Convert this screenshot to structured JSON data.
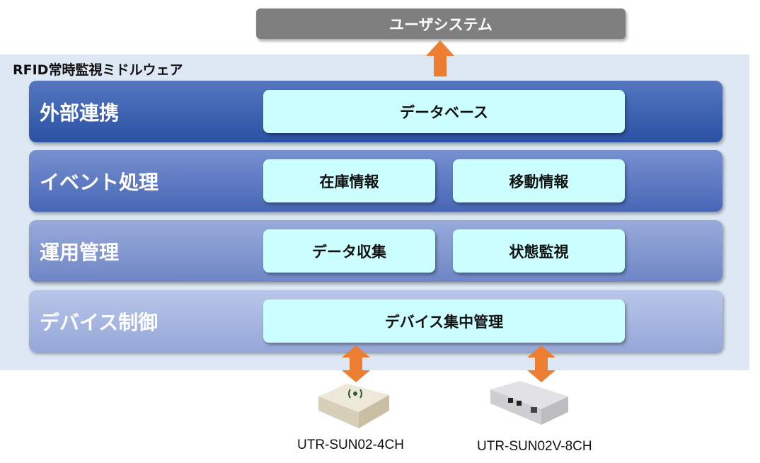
{
  "user_system": "ユーザシステム",
  "middleware_title": "RFID常時監視ミドルウェア",
  "layers": [
    {
      "label": "外部連携",
      "boxes": [
        "データベース"
      ]
    },
    {
      "label": "イベント処理",
      "boxes": [
        "在庫情報",
        "移動情報"
      ]
    },
    {
      "label": "運用管理",
      "boxes": [
        "データ収集",
        "状態監視"
      ]
    },
    {
      "label": "デバイス制御",
      "boxes": [
        "デバイス集中管理"
      ]
    }
  ],
  "devices": [
    {
      "name": "UTR-SUN02-4CH"
    },
    {
      "name": "UTR-SUN02V-8CH"
    }
  ],
  "colors": {
    "arrow": "#ed7d31",
    "box": "#ccffff",
    "panel": "#dde8f4"
  }
}
